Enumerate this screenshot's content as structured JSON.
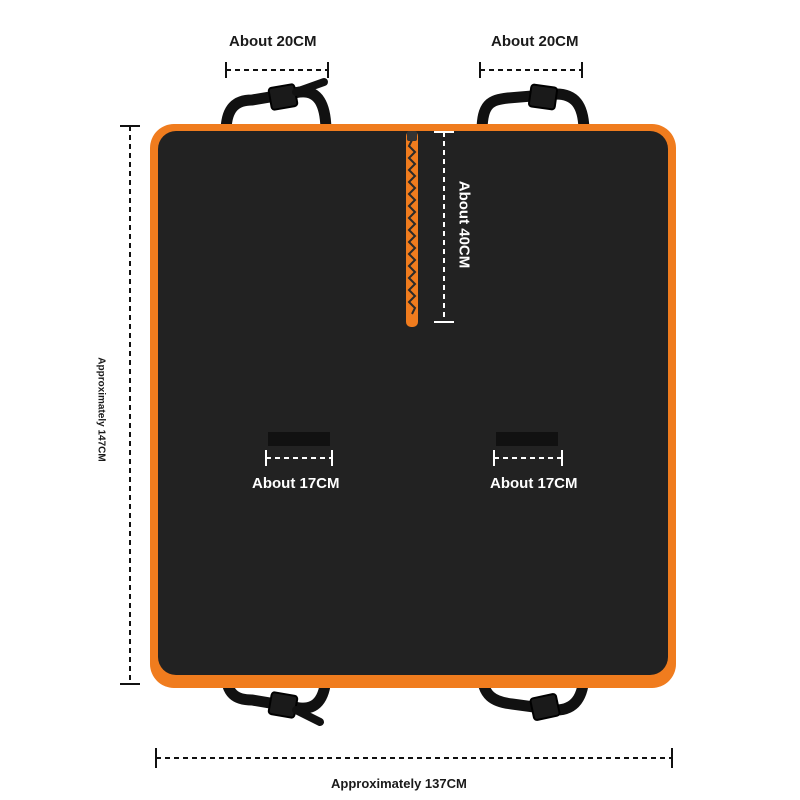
{
  "labels": {
    "strap_left_top": "About 20CM",
    "strap_right_top": "About 20CM",
    "zipper": "About 40CM",
    "slot_left": "About 17CM",
    "slot_right": "About 17CM",
    "height": "Approximately 147CM",
    "width": "Approximately 137CM"
  },
  "colors": {
    "mat": "#222222",
    "border": "#f07c1e",
    "zipper": "#f07c1e",
    "strap": "#111111",
    "dimension_line": "#111111",
    "slot": "#111111"
  }
}
